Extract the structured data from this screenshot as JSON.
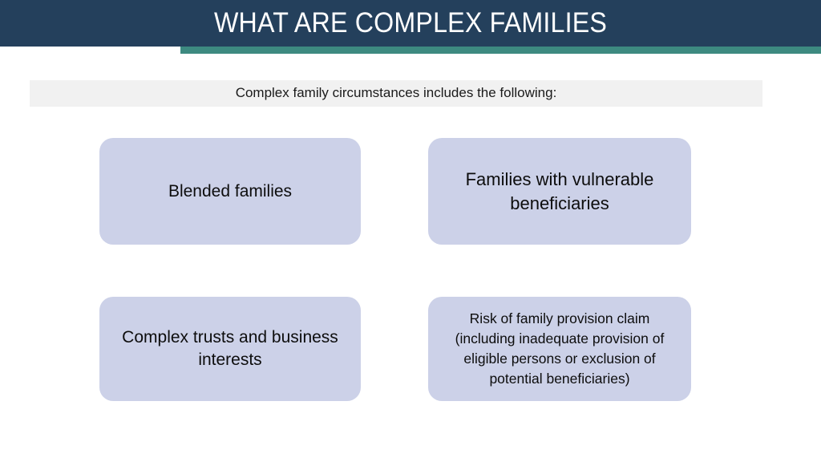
{
  "slide": {
    "title": "WHAT ARE COMPLEX FAMILIES",
    "subtitle": "Complex family circumstances includes the following:",
    "boxes": [
      {
        "id": "blended-families",
        "label": "Blended families"
      },
      {
        "id": "vulnerable-beneficiaries",
        "label": "Families with vulnerable beneficiaries"
      },
      {
        "id": "complex-trusts",
        "label": "Complex trusts and business interests"
      },
      {
        "id": "family-provision-claim",
        "label": "Risk of family provision claim (including inadequate provision of eligible persons or exclusion of potential beneficiaries)"
      }
    ]
  },
  "colors": {
    "header_navy": "#24405c",
    "accent_teal": "#3d8a80",
    "subtitle_band": "#f1f1f1",
    "box_fill": "#ccd1e8",
    "title_text": "#ffffff",
    "body_text": "#0d0d0d",
    "background": "#ffffff"
  }
}
